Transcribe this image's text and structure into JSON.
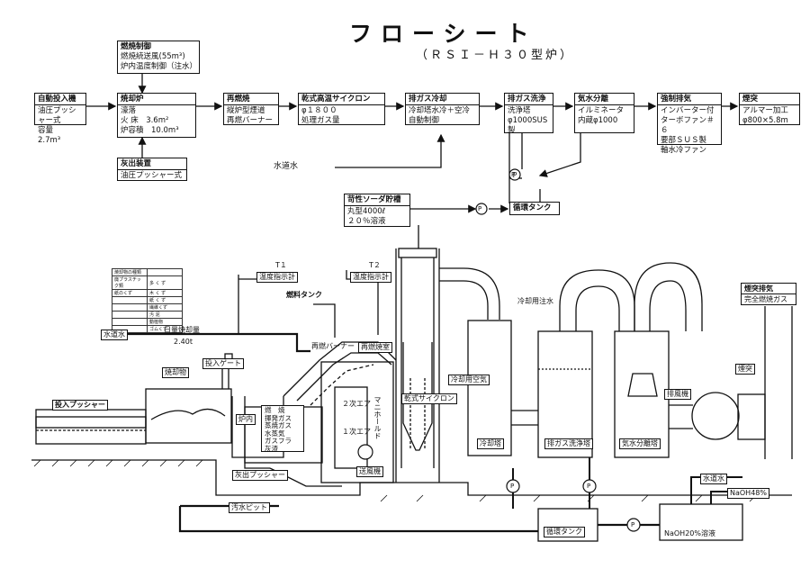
{
  "title": "フローシート",
  "subtitle": "（ＲＳＩ－Ｈ３０型炉）",
  "flow": {
    "control": {
      "title": "燃焼制御",
      "l1": "燃焼続送風(55m³)",
      "l2": "炉内温度制御（注水）"
    },
    "feed": {
      "title": "自動投入機",
      "l1": "油圧プッシャー式",
      "l2": "容量　2.7m³"
    },
    "furnace": {
      "title": "焼却炉",
      "l1": "濠落",
      "l2": "火 床　3.6m²",
      "l3": "炉容積　10.0m³"
    },
    "ash": {
      "title": "灰出装置",
      "l1": "油圧プッシャー式"
    },
    "reburn": {
      "title": "再燃焼",
      "l1": "縦炉型煙道",
      "l2": "再燃バーナー"
    },
    "cyclone": {
      "title": "乾式高温サイクロン",
      "l1": "φ１８００",
      "l2": "処理ガス量"
    },
    "cooling": {
      "title": "排ガス冷却",
      "l1": "冷却塔水冷＋空冷",
      "l2": "自動制御"
    },
    "scrubber": {
      "title": "排ガス洗浄",
      "l1": "洗浄塔",
      "l2": "φ1000SUS製"
    },
    "separator": {
      "title": "気水分離",
      "l1": "イルミネータ",
      "l2": "内蔵φ1000"
    },
    "fan": {
      "title": "強制排気",
      "l1": "インバーター付",
      "l2": "ターボファン＃６",
      "l3": "要部ＳＵＳ製",
      "l4": "軸水冷ファン"
    },
    "stack": {
      "title": "煙突",
      "l1": "アルマー加工",
      "l2": "φ800×5.8m"
    },
    "water_in": "水道水",
    "soda": {
      "title": "苛性ソーダ貯槽",
      "l1": "丸型4000ℓ",
      "l2": "２０％溶液"
    },
    "circ_tank": "循環タンク",
    "pump": "P"
  },
  "diagram": {
    "t1_tag": "T１",
    "t1": "温度指示計",
    "t2_tag": "T２",
    "t2": "温度指示計",
    "fuel_tank": "燃料タンク",
    "water_in": "水道水",
    "daily": "日量焼却量",
    "daily_val": "2.40t",
    "feed_gate": "投入ゲート",
    "waste": "焼却物",
    "pusher": "投入プッシャー",
    "furnace_in": "炉内",
    "burn_list": [
      "燃　焼",
      "揮発ガス",
      "蒸焼ガス",
      "水蒸気",
      "ガスフラ",
      "灰渣"
    ],
    "reburner": "再燃バーナー",
    "reburn_chamber": "再燃焼室",
    "air2": "２次エア",
    "air1": "１次エア",
    "manifold": "マニホールド",
    "blower": "送風機",
    "ash_pusher": "灰出プッシャー",
    "sewage_pit": "汚水ピット",
    "cyclone": "乾式サイクロン",
    "cool_air": "冷却用空気",
    "cool_tower": "冷却塔",
    "cool_water": "冷却用注水",
    "scrubber": "排ガス洗浄塔",
    "separator": "気水分離塔",
    "exhaust_fan": "排風機",
    "stack": "煙突",
    "stack_gas1": "煙突排気",
    "stack_gas2": "完全燃焼ガス",
    "circ_tank": "循環タンク",
    "water_in2": "水道水",
    "naoh": "NaOH48%",
    "naoh_tank": "NaOH20%溶液",
    "pump": "P"
  },
  "legend": {
    "rows": [
      [
        "焼却物の種類",
        ""
      ],
      [
        "廃プラスチック類",
        "多 く ず"
      ],
      [
        "紙のくず",
        "木 く ず"
      ],
      [
        "",
        "紙 く ず"
      ],
      [
        "",
        "繊維くず"
      ],
      [
        "",
        "汚 泥"
      ],
      [
        "",
        "動植物"
      ],
      [
        "",
        "ゴムくず"
      ]
    ]
  }
}
